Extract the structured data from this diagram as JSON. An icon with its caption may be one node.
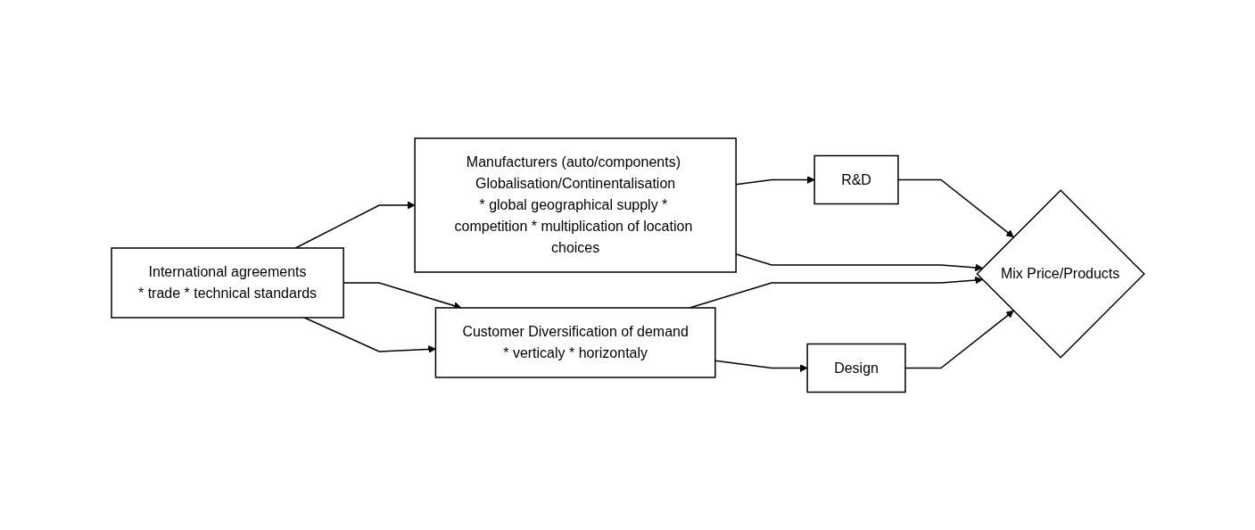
{
  "diagram": {
    "nodes": [
      {
        "text": [
          "International agreements",
          "* trade * technical standards"
        ]
      },
      {
        "text": [
          "Manufacturers (auto/components) Globalisation/Continentalisation",
          "* global geographical supply * competition * multiplication of location choices"
        ]
      },
      {
        "text": [
          "Customer Diversification of demand",
          "* verticaly * horizontaly"
        ]
      },
      {
        "text": [
          "R&D"
        ]
      },
      {
        "text": [
          "Mix Price/Products"
        ]
      },
      {
        "text": [
          "Design"
        ]
      }
    ],
    "edges": [
      {
        "from": 0,
        "to": 1,
        "arrow": "to"
      },
      {
        "from": 0,
        "to": 2,
        "arrow": "to"
      },
      {
        "from": 0,
        "to": 2,
        "arrow": "to"
      },
      {
        "from": 1,
        "to": 3,
        "arrow": "to"
      },
      {
        "from": 3,
        "to": 4,
        "arrow": "to"
      },
      {
        "from": 1,
        "to": 4,
        "arrow": "to"
      },
      {
        "from": 2,
        "to": 4,
        "arrow": "to"
      },
      {
        "from": 2,
        "to": 5,
        "arrow": "to"
      },
      {
        "from": 5,
        "to": 4,
        "arrow": "to"
      }
    ]
  }
}
